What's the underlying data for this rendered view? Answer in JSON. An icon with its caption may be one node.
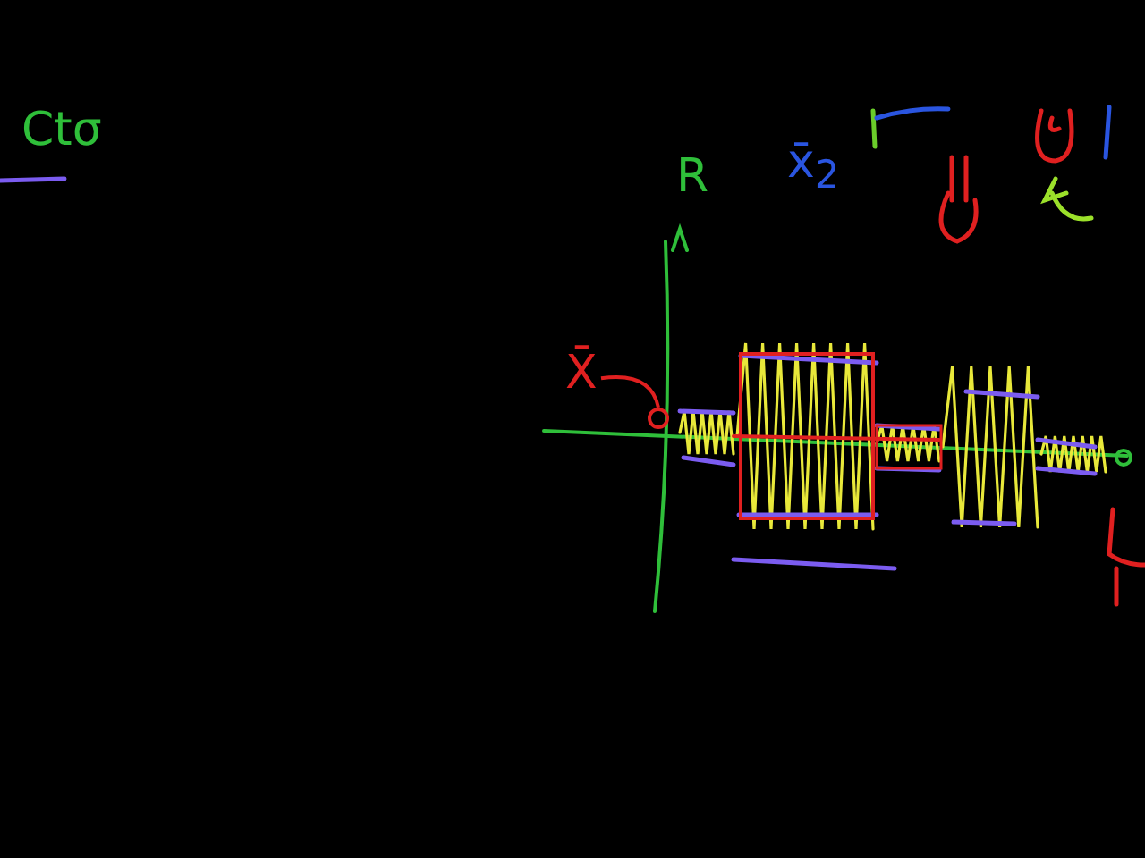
{
  "diagram": {
    "nodes": [
      {
        "text": [
          "X̄"
        ]
      },
      {
        "text": [],
        "shape": "circle"
      }
    ],
    "edges": [
      {
        "from": 0,
        "to": 1,
        "arrow": "none"
      }
    ],
    "labels": [
      "Ctσ",
      "R",
      "x̄$_{2}$"
    ]
  }
}
